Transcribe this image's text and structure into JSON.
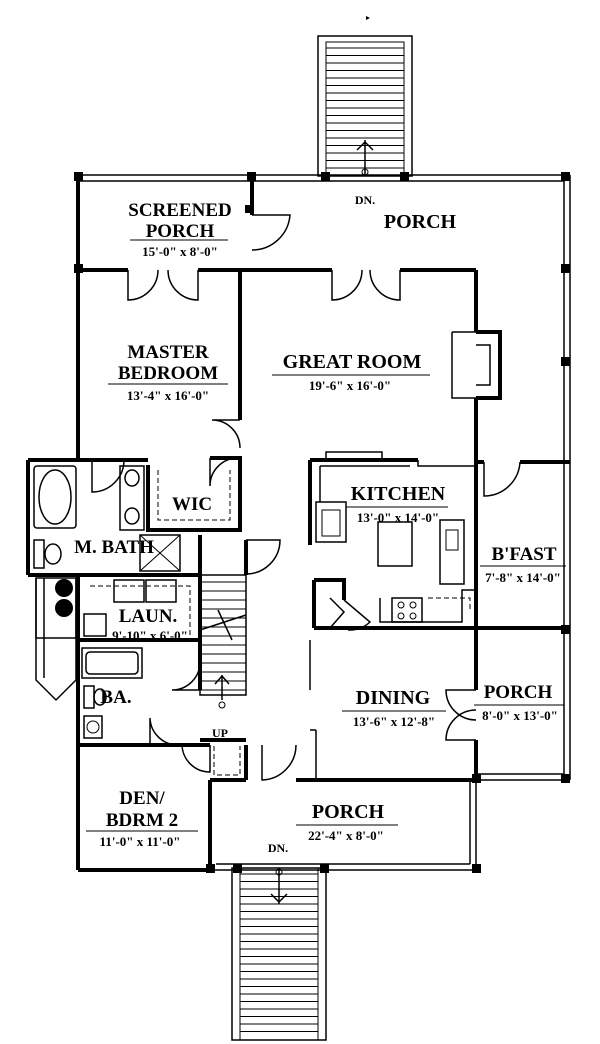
{
  "rooms": {
    "screened_porch": {
      "name_line1": "SCREENED",
      "name_line2": "PORCH",
      "dims": "15'-0\" x 8'-0\""
    },
    "porch_top": {
      "name": "PORCH"
    },
    "master_bedroom": {
      "name_line1": "MASTER",
      "name_line2": "BEDROOM",
      "dims": "13'-4\" x 16'-0\""
    },
    "great_room": {
      "name": "GREAT ROOM",
      "dims": "19'-6\" x 16'-0\""
    },
    "wic": {
      "name": "WIC"
    },
    "kitchen": {
      "name": "KITCHEN",
      "dims": "13'-0\" x 14'-0\""
    },
    "bfast": {
      "name": "B'FAST",
      "dims": "7'-8\" x 14'-0\""
    },
    "m_bath": {
      "name": "M. BATH"
    },
    "laundry": {
      "name": "LAUN.",
      "dims": "9'-10\" x 6'-0\""
    },
    "bath": {
      "name": "BA."
    },
    "dining": {
      "name": "DINING",
      "dims": "13'-6\" x 12'-8\""
    },
    "porch_side": {
      "name": "PORCH",
      "dims": "8'-0\" x 13'-0\""
    },
    "den": {
      "name_line1": "DEN/",
      "name_line2": "BDRM 2",
      "dims": "11'-0\" x 11'-0\""
    },
    "porch_front": {
      "name": "PORCH",
      "dims": "22'-4\" x 8'-0\""
    }
  },
  "labels": {
    "stair_top_down": "DN.",
    "stair_bottom_down": "DN.",
    "stair_up": "UP"
  }
}
